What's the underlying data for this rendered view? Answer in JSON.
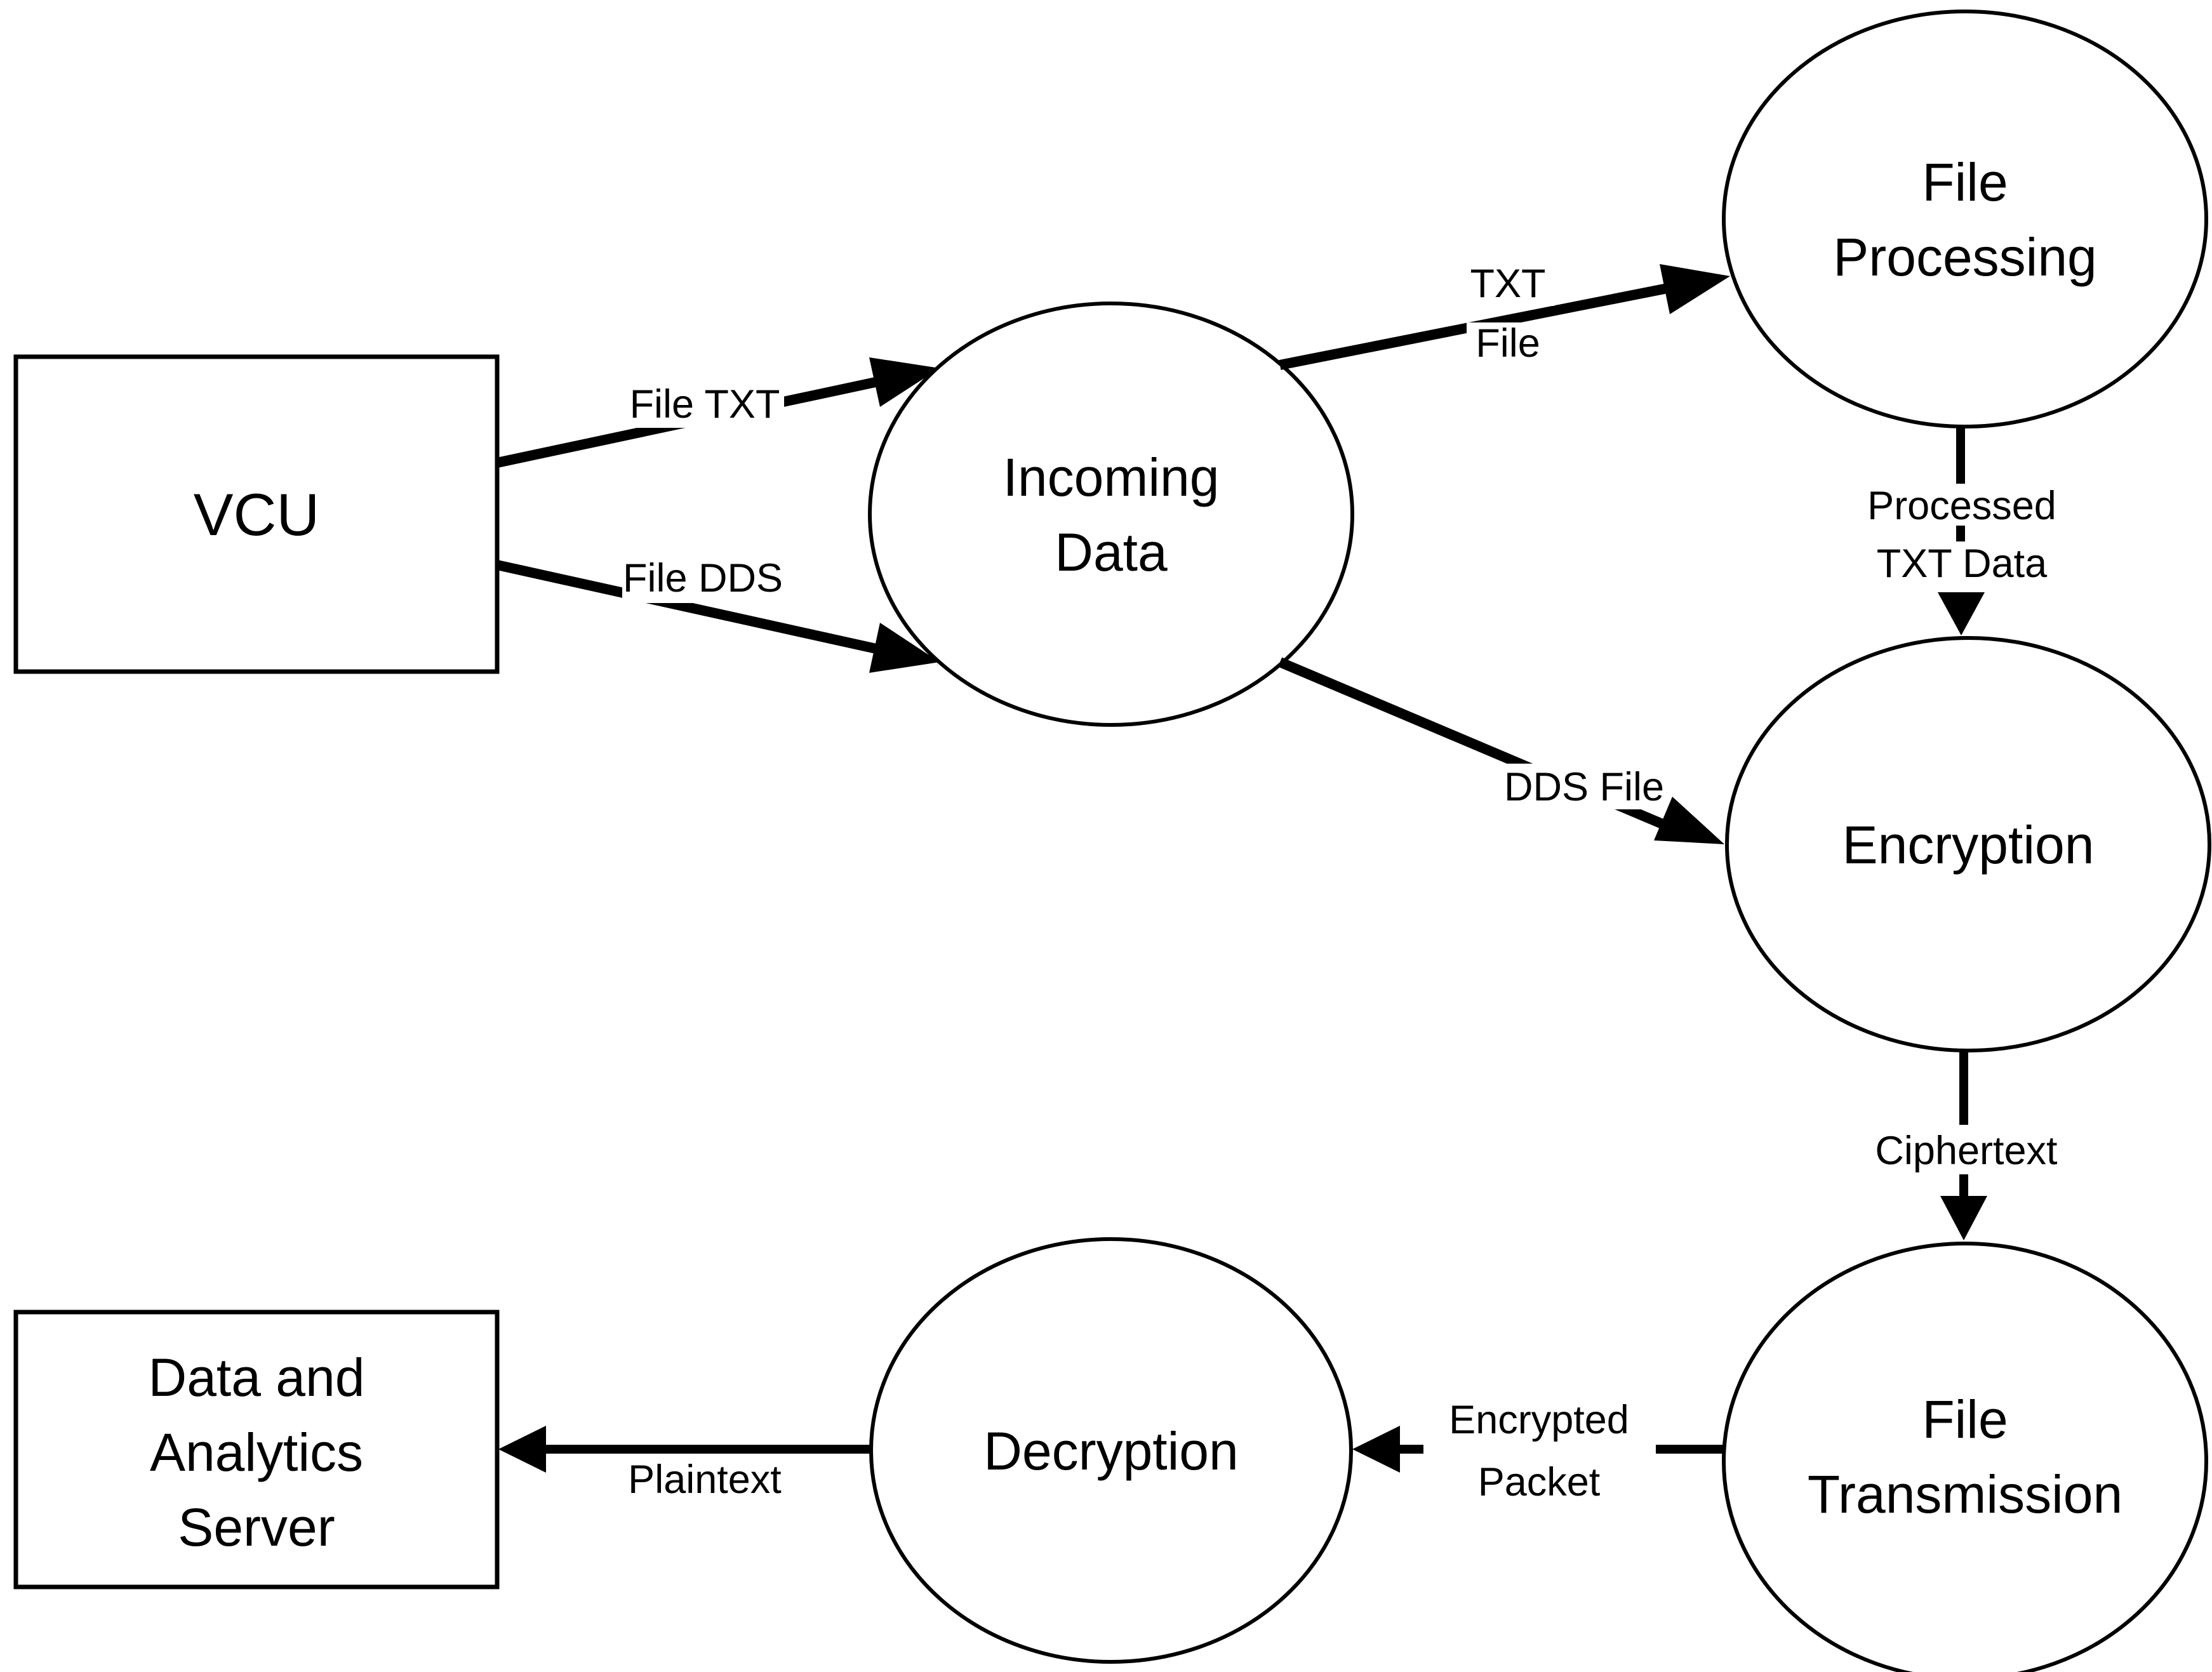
{
  "diagram": {
    "type": "data-flow-diagram",
    "colors": {
      "background": "#ffffff",
      "stroke": "#000000",
      "text": "#000000"
    },
    "nodes": {
      "vcu": {
        "label": "VCU",
        "shape": "rectangle"
      },
      "incoming_data": {
        "line1": "Incoming",
        "line2": "Data",
        "shape": "circle"
      },
      "file_processing": {
        "line1": "File",
        "line2": "Processing",
        "shape": "circle"
      },
      "encryption": {
        "label": "Encryption",
        "shape": "circle"
      },
      "file_transmission": {
        "line1": "File",
        "line2": "Transmission",
        "shape": "circle"
      },
      "decryption": {
        "label": "Decryption",
        "shape": "circle"
      },
      "data_analytics_server": {
        "line1": "Data and",
        "line2": "Analytics",
        "line3": "Server",
        "shape": "rectangle"
      }
    },
    "edge_labels": {
      "file_txt": "File TXT",
      "file_dds": "File DDS",
      "txt_file_line1": "TXT",
      "txt_file_line2": "File",
      "processed_line1": "Processed",
      "processed_line2": "TXT Data",
      "dds_file": "DDS File",
      "ciphertext": "Ciphertext",
      "encrypted_packet_line1": "Encrypted",
      "encrypted_packet_line2": "Packet",
      "plaintext": "Plaintext"
    }
  }
}
